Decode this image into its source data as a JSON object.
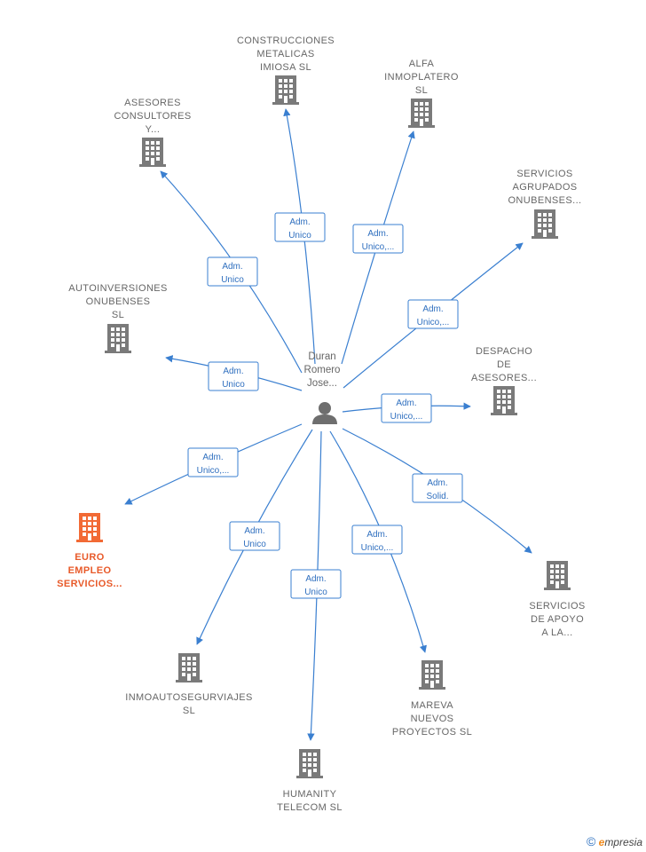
{
  "center": {
    "label_lines": [
      "Duran",
      "Romero",
      "Jose..."
    ],
    "icon": "person-icon"
  },
  "colors": {
    "edge": "#3a7fd0",
    "company": "#7a7a7a",
    "highlight": "#f26a35"
  },
  "companies": [
    {
      "id": "construcciones",
      "lines": [
        "CONSTRUCCIONES",
        "METALICAS",
        "IMIOSA  SL"
      ],
      "highlight": false
    },
    {
      "id": "alfa",
      "lines": [
        "ALFA",
        "INMOPLATERO",
        "SL"
      ],
      "highlight": false
    },
    {
      "id": "asesores",
      "lines": [
        "ASESORES",
        "CONSULTORES",
        "Y..."
      ],
      "highlight": false
    },
    {
      "id": "servicios-agrupados",
      "lines": [
        "SERVICIOS",
        "AGRUPADOS",
        "ONUBENSES..."
      ],
      "highlight": false
    },
    {
      "id": "autoinversiones",
      "lines": [
        "AUTOINVERSIONES",
        "ONUBENSES",
        "SL"
      ],
      "highlight": false
    },
    {
      "id": "despacho",
      "lines": [
        "DESPACHO",
        "DE",
        "ASESORES..."
      ],
      "highlight": false
    },
    {
      "id": "euro-empleo",
      "lines": [
        "EURO",
        "EMPLEO",
        "SERVICIOS..."
      ],
      "highlight": true
    },
    {
      "id": "servicios-apoyo",
      "lines": [
        "SERVICIOS",
        "DE APOYO",
        "A LA..."
      ],
      "highlight": false
    },
    {
      "id": "inmoauto",
      "lines": [
        "INMOAUTOSEGURVIAJES",
        "SL"
      ],
      "highlight": false
    },
    {
      "id": "mareva",
      "lines": [
        "MAREVA",
        "NUEVOS",
        "PROYECTOS SL"
      ],
      "highlight": false
    },
    {
      "id": "humanity",
      "lines": [
        "HUMANITY",
        "TELECOM  SL"
      ],
      "highlight": false
    }
  ],
  "edges": [
    {
      "to": "construcciones",
      "label_lines": [
        "Adm.",
        "Unico"
      ]
    },
    {
      "to": "alfa",
      "label_lines": [
        "Adm.",
        "Unico,..."
      ]
    },
    {
      "to": "asesores",
      "label_lines": [
        "Adm.",
        "Unico"
      ]
    },
    {
      "to": "servicios-agrupados",
      "label_lines": [
        "Adm.",
        "Unico,..."
      ]
    },
    {
      "to": "autoinversiones",
      "label_lines": [
        "Adm.",
        "Unico"
      ]
    },
    {
      "to": "despacho",
      "label_lines": [
        "Adm.",
        "Unico,..."
      ]
    },
    {
      "to": "euro-empleo",
      "label_lines": [
        "Adm.",
        "Unico,..."
      ]
    },
    {
      "to": "servicios-apoyo",
      "label_lines": [
        "Adm.",
        "Solid."
      ]
    },
    {
      "to": "inmoauto",
      "label_lines": [
        "Adm.",
        "Unico"
      ]
    },
    {
      "to": "mareva",
      "label_lines": [
        "Adm.",
        "Unico,..."
      ]
    },
    {
      "to": "humanity",
      "label_lines": [
        "Adm.",
        "Unico"
      ]
    }
  ],
  "footer": {
    "copyright_symbol": "©",
    "brand_initial": "e",
    "brand_rest": "mpresia"
  }
}
